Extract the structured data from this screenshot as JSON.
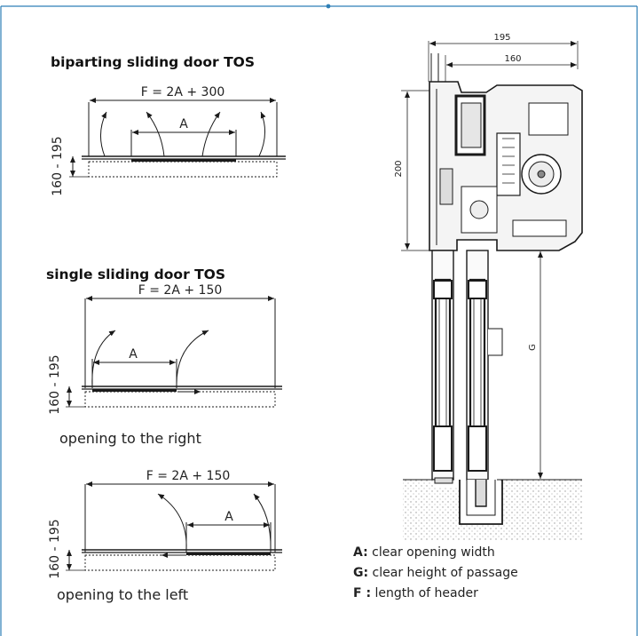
{
  "biparting": {
    "heading": "biparting sliding door TOS",
    "formula": "F = 2A + 300",
    "dim_a": "A",
    "depth": "160 - 195"
  },
  "single_right": {
    "heading": "single sliding door TOS",
    "formula": "F = 2A + 150",
    "dim_a": "A",
    "depth": "160 - 195",
    "caption": "opening to the right"
  },
  "single_left": {
    "formula": "F = 2A + 150",
    "dim_a": "A",
    "depth": "160 - 195",
    "caption": "opening to the left"
  },
  "section": {
    "dim_195": "195",
    "dim_160": "160",
    "dim_200": "200",
    "dim_g": "G"
  },
  "legend": [
    {
      "key": "A",
      "sep": ":",
      "text": " clear opening width"
    },
    {
      "key": "G",
      "sep": ":",
      "text": " clear height of passage"
    },
    {
      "key": "F ",
      "sep": ":",
      "text": " length of header"
    }
  ],
  "colors": {
    "frame": "#2e7fb6",
    "line": "#1a1a1a"
  }
}
